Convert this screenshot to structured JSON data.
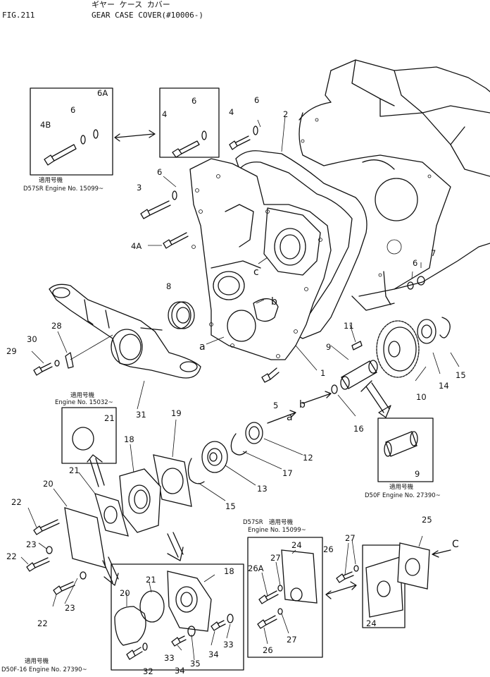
{
  "header": {
    "fig_no": "FIG.211",
    "title_kana": "ギヤー ケース カバー",
    "title": "GEAR CASE COVER(#10006-)"
  },
  "notes": {
    "applicable_jp": "適用号機",
    "d57sr_top": "D57SR  Engine No. 15099~",
    "engine_15032": "Engine No. 15032~",
    "d50f_27390": "D50F Engine No. 27390~",
    "d57sr_bottom_model": "D57SR",
    "d57sr_bottom_engine": "Engine No. 15099~",
    "d50f16_27390": "D50F-16 Engine No. 27390~"
  },
  "callouts": [
    {
      "id": "c-6A-box",
      "text": "6A"
    },
    {
      "id": "c-6-box1",
      "text": "6"
    },
    {
      "id": "c-4B",
      "text": "4B"
    },
    {
      "id": "c-4-box2",
      "text": "4"
    },
    {
      "id": "c-6-box2",
      "text": "6"
    },
    {
      "id": "c-4",
      "text": "4"
    },
    {
      "id": "c-6-a",
      "text": "6"
    },
    {
      "id": "c-2",
      "text": "2"
    },
    {
      "id": "c-6-b",
      "text": "6"
    },
    {
      "id": "c-3",
      "text": "3"
    },
    {
      "id": "c-4A",
      "text": "4A"
    },
    {
      "id": "c-8",
      "text": "8"
    },
    {
      "id": "c-c",
      "text": "c"
    },
    {
      "id": "c-b",
      "text": "b"
    },
    {
      "id": "c-a",
      "text": "a"
    },
    {
      "id": "c-6-c",
      "text": "6"
    },
    {
      "id": "c-7",
      "text": "7"
    },
    {
      "id": "c-28",
      "text": "28"
    },
    {
      "id": "c-30",
      "text": "30"
    },
    {
      "id": "c-29",
      "text": "29"
    },
    {
      "id": "c-31",
      "text": "31"
    },
    {
      "id": "c-11",
      "text": "11"
    },
    {
      "id": "c-15-a",
      "text": "15"
    },
    {
      "id": "c-9",
      "text": "9"
    },
    {
      "id": "c-1",
      "text": "1"
    },
    {
      "id": "c-14",
      "text": "14"
    },
    {
      "id": "c-10",
      "text": "10"
    },
    {
      "id": "c-5",
      "text": "5"
    },
    {
      "id": "c-b2",
      "text": "b"
    },
    {
      "id": "c-a2",
      "text": "a"
    },
    {
      "id": "c-16",
      "text": "16"
    },
    {
      "id": "c-21-a",
      "text": "21"
    },
    {
      "id": "c-19",
      "text": "19"
    },
    {
      "id": "c-12",
      "text": "12"
    },
    {
      "id": "c-18-a",
      "text": "18"
    },
    {
      "id": "c-17",
      "text": "17"
    },
    {
      "id": "c-13",
      "text": "13"
    },
    {
      "id": "c-9-b",
      "text": "9"
    },
    {
      "id": "c-21-b",
      "text": "21"
    },
    {
      "id": "c-20-a",
      "text": "20"
    },
    {
      "id": "c-15-b",
      "text": "15"
    },
    {
      "id": "c-22-a",
      "text": "22"
    },
    {
      "id": "c-23-a",
      "text": "23"
    },
    {
      "id": "c-22-b",
      "text": "22"
    },
    {
      "id": "c-23-b",
      "text": "23"
    },
    {
      "id": "c-22-c",
      "text": "22"
    },
    {
      "id": "c-25",
      "text": "25"
    },
    {
      "id": "c-24-a",
      "text": "24"
    },
    {
      "id": "c-26",
      "text": "26"
    },
    {
      "id": "c-27-a",
      "text": "27"
    },
    {
      "id": "c-C",
      "text": "C"
    },
    {
      "id": "c-26A",
      "text": "26A"
    },
    {
      "id": "c-27-b",
      "text": "27"
    },
    {
      "id": "c-24-b",
      "text": "24"
    },
    {
      "id": "c-26-b",
      "text": "26"
    },
    {
      "id": "c-27-c",
      "text": "27"
    },
    {
      "id": "c-18-b",
      "text": "18"
    },
    {
      "id": "c-21-c",
      "text": "21"
    },
    {
      "id": "c-20-b",
      "text": "20"
    },
    {
      "id": "c-33-a",
      "text": "33"
    },
    {
      "id": "c-33-b",
      "text": "33"
    },
    {
      "id": "c-34-a",
      "text": "34"
    },
    {
      "id": "c-32",
      "text": "32"
    },
    {
      "id": "c-34-b",
      "text": "34"
    },
    {
      "id": "c-35",
      "text": "35"
    }
  ]
}
